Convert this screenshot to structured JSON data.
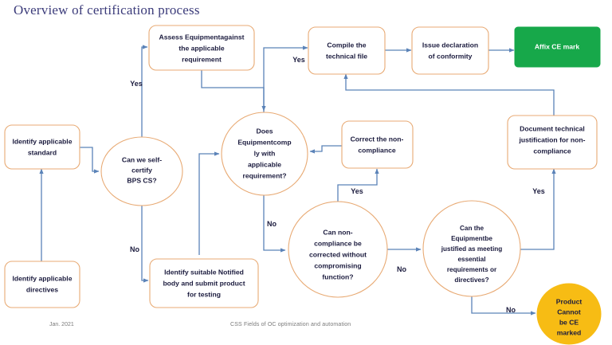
{
  "slide": {
    "title": "Overview of certification process",
    "title_color": "#3b3b7a",
    "background": "#ffffff"
  },
  "palette": {
    "box_stroke": "#e8aa74",
    "box_fill": "#ffffff",
    "connector": "#5b83b8",
    "text": "#1a1a3d",
    "green": "#17a84a",
    "yellow": "#f7bc14",
    "footer_text": "#7a7a7a"
  },
  "nodes": {
    "identify_standard": {
      "label": "Identify applicable standard",
      "shape": "rounded-rect"
    },
    "identify_directives": {
      "label": "Identify applicable directives",
      "shape": "rounded-rect"
    },
    "self_certify": {
      "label_lines": [
        "Can we self-",
        "certify",
        "BPS CS?"
      ],
      "shape": "circle"
    },
    "assess_equipment": {
      "label_lines": [
        "Assess Equipmentagainst",
        "the applicable",
        "requirement"
      ],
      "shape": "rounded-rect"
    },
    "notified_body": {
      "label_lines": [
        "Identify suitable Notified",
        "body  and submit product",
        "for testing"
      ],
      "shape": "rounded-rect"
    },
    "does_comply": {
      "label_lines": [
        "Does",
        "Equipmentcomp",
        "ly with",
        "applicable",
        "requirement?"
      ],
      "shape": "circle"
    },
    "compile_file": {
      "label_lines": [
        "Compile the",
        "technical file"
      ],
      "shape": "rounded-rect"
    },
    "issue_declaration": {
      "label_lines": [
        "Issue declaration",
        "of conformity"
      ],
      "shape": "rounded-rect"
    },
    "affix_ce_mark": {
      "label": "Affix CE mark",
      "shape": "rect",
      "fill": "#17a84a"
    },
    "correct_noncompliance": {
      "label_lines": [
        "Correct the non-",
        "compliance"
      ],
      "shape": "rounded-rect"
    },
    "document_justification": {
      "label_lines": [
        "Document technical",
        "justification for non-",
        "compliance"
      ],
      "shape": "rounded-rect"
    },
    "can_correct": {
      "label_lines": [
        "Can non-",
        "compliance be",
        "corrected without",
        "compromising",
        "function?"
      ],
      "shape": "circle"
    },
    "can_justify": {
      "label_lines": [
        "Can the",
        "Equipmentbe",
        "justified as meeting",
        "essential",
        "requirements  or",
        "directives?"
      ],
      "shape": "circle"
    },
    "cannot_ce_mark": {
      "label_lines": [
        "Product",
        "Cannot",
        "be CE",
        "marked"
      ],
      "shape": "circle",
      "fill": "#f7bc14"
    }
  },
  "edge_labels": {
    "self_certify_yes": "Yes",
    "self_certify_no": "No",
    "does_comply_yes": "Yes",
    "does_comply_no": "No",
    "can_correct_yes": "Yes",
    "can_correct_no": "No",
    "can_justify_yes": "Yes",
    "can_justify_no": "No"
  },
  "footer": {
    "left": "Jan. 2021",
    "right": "CSS Fields of OC optimization and automation"
  }
}
